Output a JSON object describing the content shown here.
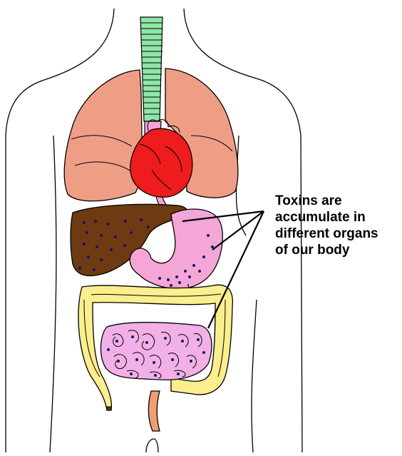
{
  "annotation": {
    "lines": [
      "Toxins are",
      "accumulate in",
      "different organs",
      "of our body"
    ]
  },
  "colors": {
    "background": "#ffffff",
    "outline": "#000000",
    "trachea": "#8fe6a8",
    "lungs": "#ef9e86",
    "heart": "#ee1c1c",
    "liver": "#6e3a12",
    "stomach": "#f4a6d7",
    "large-intestine": "#fbee8e",
    "small-intestine": "#f2b0e6",
    "rectum": "#f0a070",
    "toxin-dots": "#16126e"
  }
}
